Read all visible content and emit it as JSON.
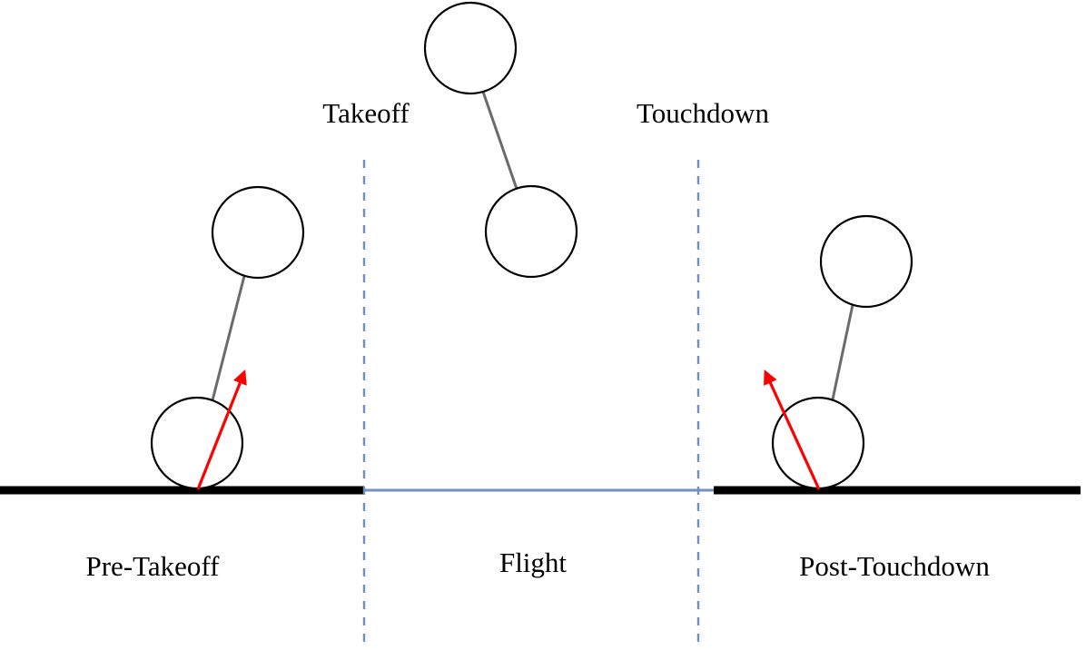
{
  "labels": {
    "takeoff": "Takeoff",
    "touchdown": "Touchdown",
    "pre_takeoff": "Pre-Takeoff",
    "flight": "Flight",
    "post_touchdown": "Post-Touchdown"
  },
  "colors": {
    "ground": "#000000",
    "flight_line": "#7391c0",
    "divider": "#6f8fc2",
    "leg": "#6b6b6b",
    "force_arrow": "#ff0000",
    "circle_stroke": "#000000",
    "circle_fill": "#ffffff"
  }
}
